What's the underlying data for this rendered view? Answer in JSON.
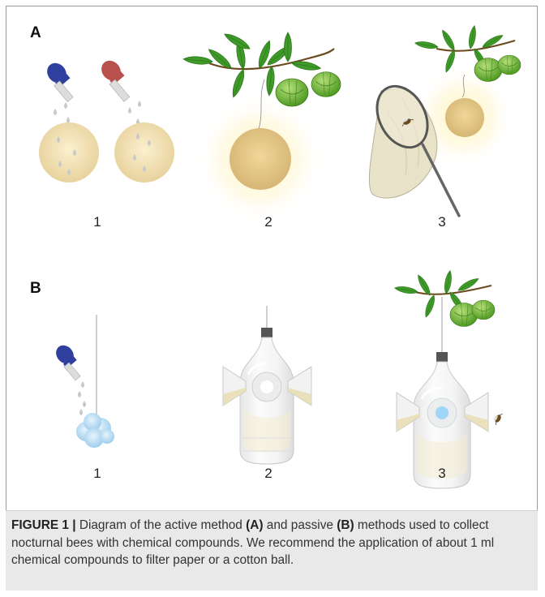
{
  "panels": [
    {
      "label": "A",
      "steps": [
        "1",
        "2",
        "3"
      ]
    },
    {
      "label": "B",
      "steps": [
        "1",
        "2",
        "3"
      ]
    }
  ],
  "caption": {
    "lead": "FIGURE 1 |",
    "t1": " Diagram of the active method ",
    "b1": "(A)",
    "t2": " and passive ",
    "b2": "(B)",
    "t3": " methods used to collect nocturnal bees with chemical compounds. We recommend the application of about 1 ml chemical compounds to filter paper or a cotton ball."
  },
  "colors": {
    "frame": "#9a9a9a",
    "caption_bg": "#e9e9e9",
    "leaf": "#3f9a2a",
    "fruit": "#7fbf3c",
    "paper": "#efdcaa",
    "dropper_blue": "#2f3f9e",
    "dropper_red": "#b8504e",
    "cotton": "#b9dcf3"
  },
  "icons": [
    "dropper-icon",
    "filter-paper-icon",
    "branch-icon",
    "insect-net-icon",
    "bee-icon",
    "cotton-ball-icon",
    "bottle-trap-icon"
  ]
}
